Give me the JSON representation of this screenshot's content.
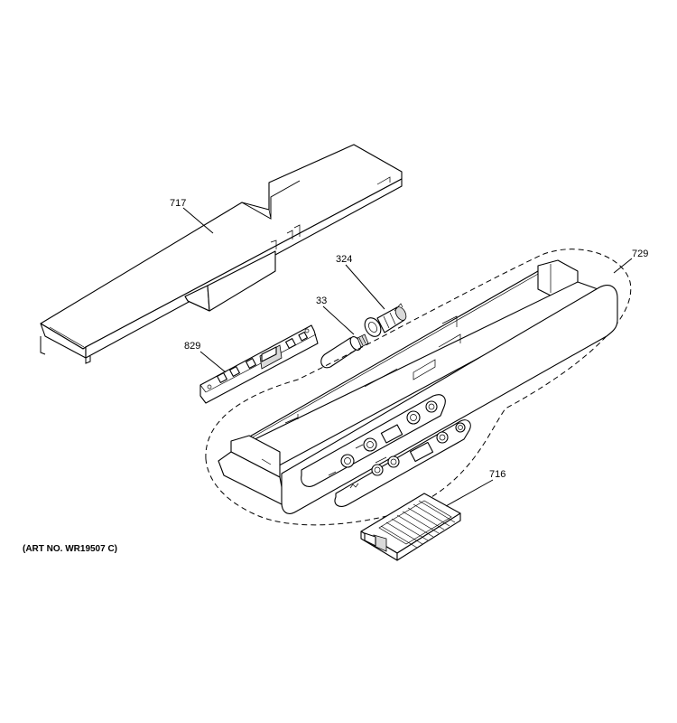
{
  "callouts": {
    "p717": "717",
    "p324": "324",
    "p33": "33",
    "p829": "829",
    "p729": "729",
    "p716": "716"
  },
  "art_number": "(ART NO. WR19507 C)"
}
